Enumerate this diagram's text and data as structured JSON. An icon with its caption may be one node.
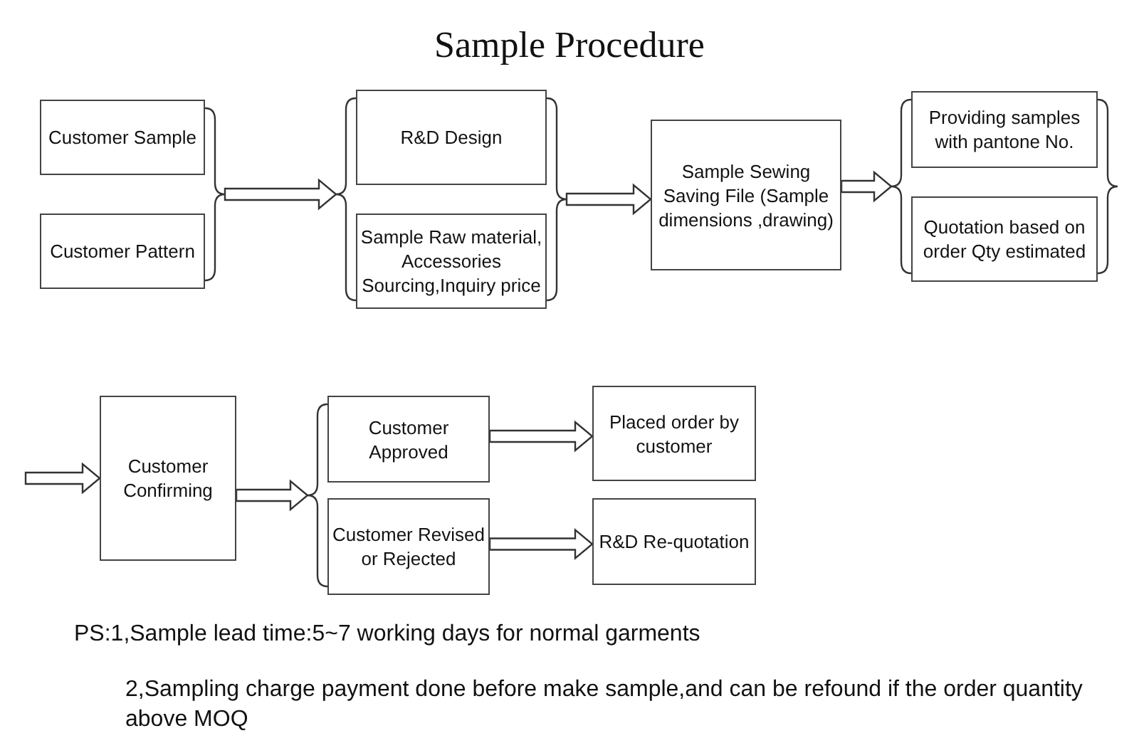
{
  "diagram": {
    "title": "Sample Procedure",
    "nodes": [
      {
        "text": [
          "Customer Sample"
        ]
      },
      {
        "text": [
          "Customer Pattern"
        ]
      },
      {
        "text": [
          "R&D Design"
        ]
      },
      {
        "text": [
          "Sample Raw material, Accessories Sourcing,Inquiry price"
        ]
      },
      {
        "text": [
          "Sample Sewing Saving File (Sample dimensions ,drawing)"
        ]
      },
      {
        "text": [
          "Providing samples with pantone No."
        ]
      },
      {
        "text": [
          "Quotation based on order Qty estimated"
        ]
      },
      {
        "text": [
          "Customer Confirming"
        ]
      },
      {
        "text": [
          "Customer Approved"
        ]
      },
      {
        "text": [
          "Customer Revised or Rejected"
        ]
      },
      {
        "text": [
          "Placed order by customer"
        ]
      },
      {
        "text": [
          "R&D Re-quotation"
        ]
      }
    ],
    "edges": [
      {
        "from": 0,
        "to": 2,
        "arrow": "to"
      },
      {
        "from": 0,
        "to": 3,
        "arrow": "to"
      },
      {
        "from": 1,
        "to": 2,
        "arrow": "to"
      },
      {
        "from": 1,
        "to": 3,
        "arrow": "to"
      },
      {
        "from": 2,
        "to": 4,
        "arrow": "to"
      },
      {
        "from": 3,
        "to": 4,
        "arrow": "to"
      },
      {
        "from": 4,
        "to": 5,
        "arrow": "to"
      },
      {
        "from": 4,
        "to": 6,
        "arrow": "to"
      },
      {
        "from": null,
        "to": 7,
        "arrow": "to"
      },
      {
        "from": 7,
        "to": 8,
        "arrow": "to"
      },
      {
        "from": 7,
        "to": 9,
        "arrow": "to"
      },
      {
        "from": 8,
        "to": 10,
        "arrow": "to"
      },
      {
        "from": 9,
        "to": 11,
        "arrow": "to"
      }
    ],
    "labels": [
      "PS:1,Sample lead time:5~7 working days for normal garments",
      "2,Sampling charge payment done before make sample,and can be refound if the order quantity above MOQ"
    ]
  }
}
